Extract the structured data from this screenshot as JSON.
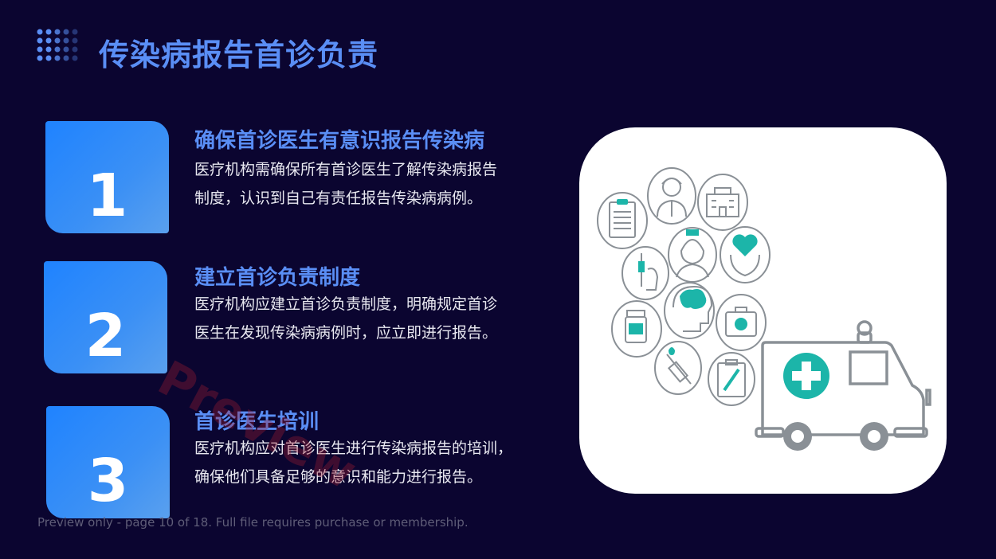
{
  "slide": {
    "title": "传染病报告首诊负责",
    "items": [
      {
        "number": "1",
        "title": "确保首诊医生有意识报告传染病",
        "desc_lines": [
          "医疗机构需确保所有首诊医生了解传染病报告",
          "制度，认识到自己有责任报告传染病病例。"
        ]
      },
      {
        "number": "2",
        "title": "建立首诊负责制度",
        "desc_lines": [
          "医疗机构应建立首诊负责制度，明确规定首诊",
          "医生在发现传染病病例时，应立即进行报告。"
        ]
      },
      {
        "number": "3",
        "title": "首诊医生培训",
        "desc_lines": [
          "医疗机构应对首诊医生进行传染病报告的培训，",
          "确保他们具备足够的意识和能力进行报告。"
        ]
      }
    ],
    "illustration": {
      "icons": [
        "clipboard-icon",
        "doctor-icon",
        "hospital-building-icon",
        "nurse-icon",
        "heart-hands-icon",
        "syringe-hand-icon",
        "brain-head-icon",
        "first-aid-kit-icon",
        "medicine-bottle-icon",
        "injection-icon",
        "xray-icon",
        "ambulance-icon"
      ]
    },
    "watermark": "Preview",
    "footer": "Preview only - page 10 of 18. Full file requires purchase or membership."
  },
  "colors": {
    "background": "#0b0530",
    "accent_blue": "#5a8ef5",
    "box_blue": "#1f83ff",
    "teal": "#1cb5a9",
    "icon_gray": "#8a9096"
  }
}
